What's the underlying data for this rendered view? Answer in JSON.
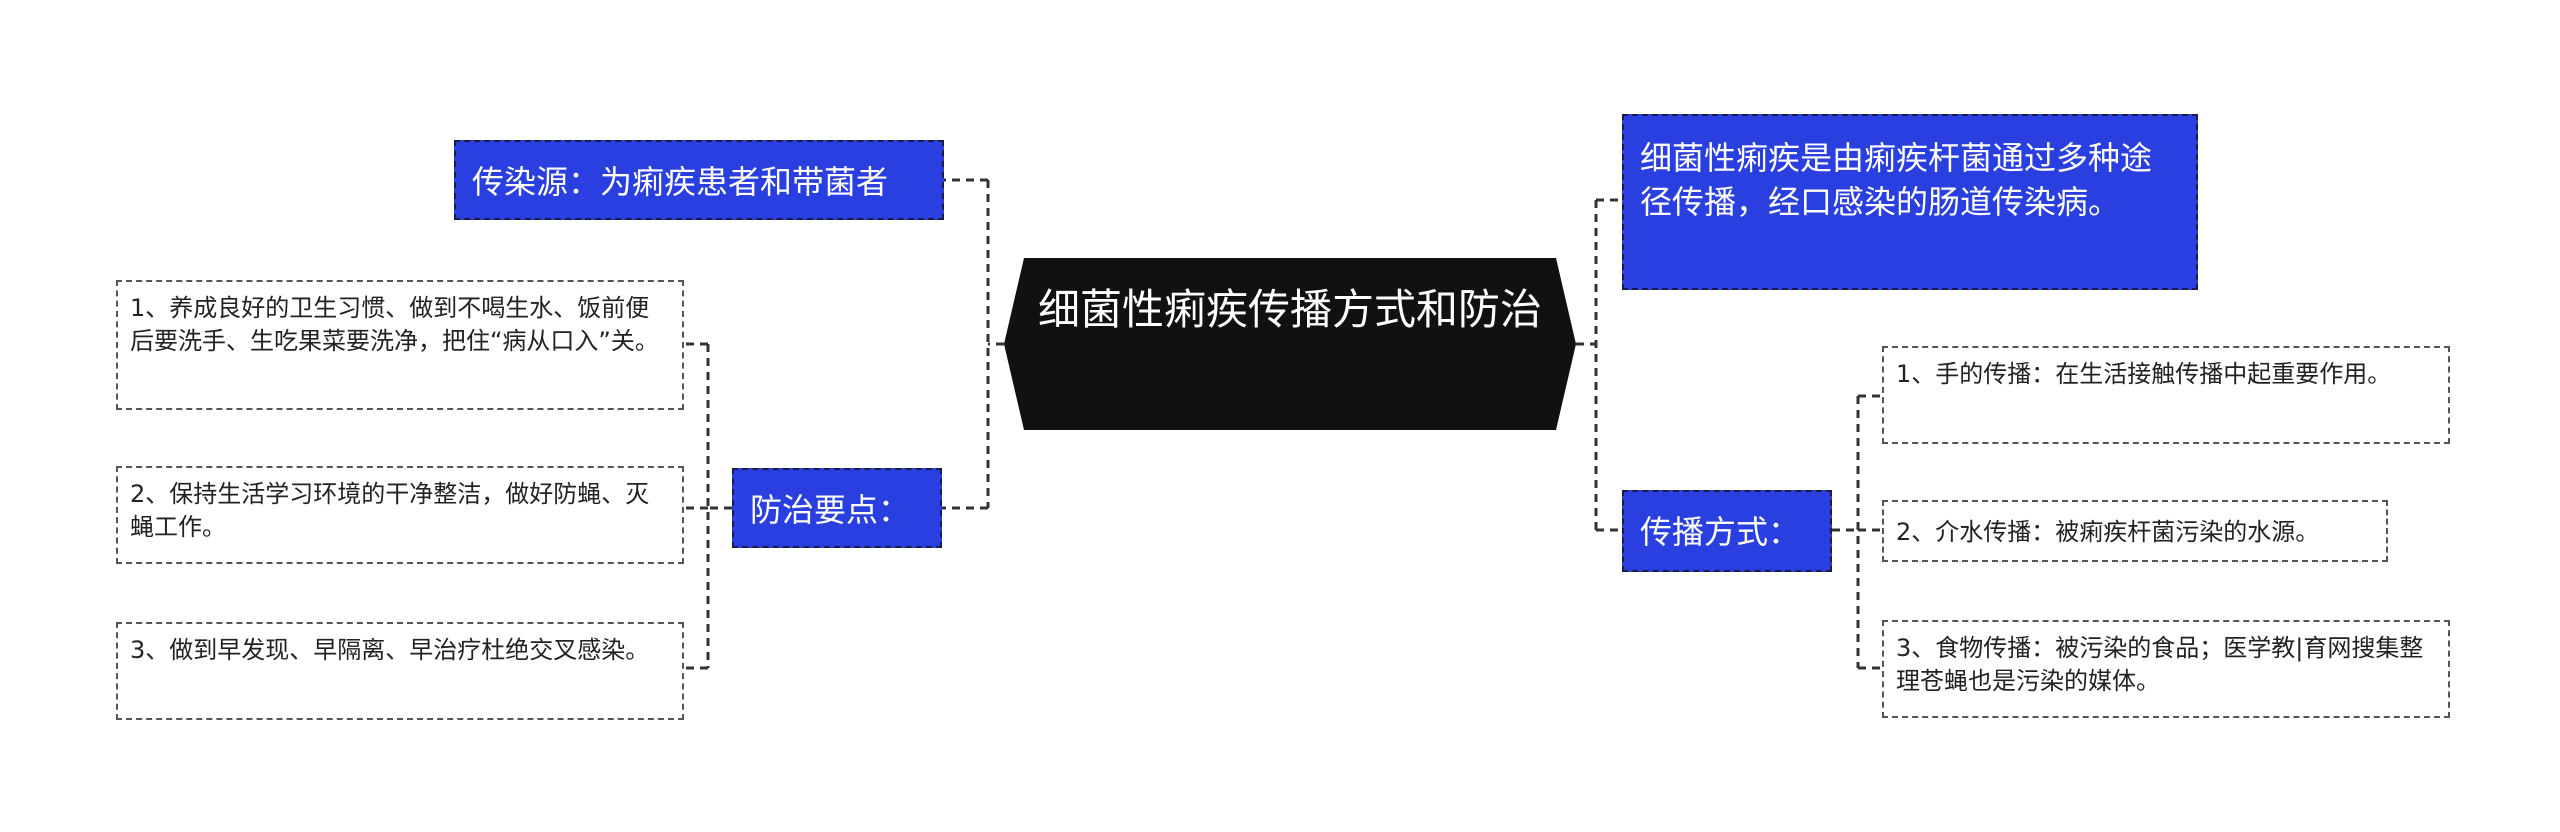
{
  "colors": {
    "node_blue": "#2a3fe0",
    "center_bg": "#111111",
    "line": "#333333"
  },
  "center": {
    "title": "细菌性痢疾传播方式和防治"
  },
  "left": {
    "source": "传染源：为痢疾患者和带菌者",
    "prevention": {
      "label": "防治要点：",
      "items": [
        "1、养成良好的卫生习惯、做到不喝生水、饭前便后要洗手、生吃果菜要洗净，把住“病从口入”关。",
        "2、保持生活学习环境的干净整洁，做好防蝇、灭蝇工作。",
        "3、做到早发现、早隔离、早治疗杜绝交叉感染。"
      ]
    }
  },
  "right": {
    "definition": "细菌性痢疾是由痢疾杆菌通过多种途径传播，经口感染的肠道传染病。",
    "transmission": {
      "label": "传播方式：",
      "items": [
        "1、手的传播：在生活接触传播中起重要作用。",
        "2、介水传播：被痢疾杆菌污染的水源。",
        "3、食物传播：被污染的食品；医学教|育网搜集整理苍蝇也是污染的媒体。"
      ]
    }
  }
}
